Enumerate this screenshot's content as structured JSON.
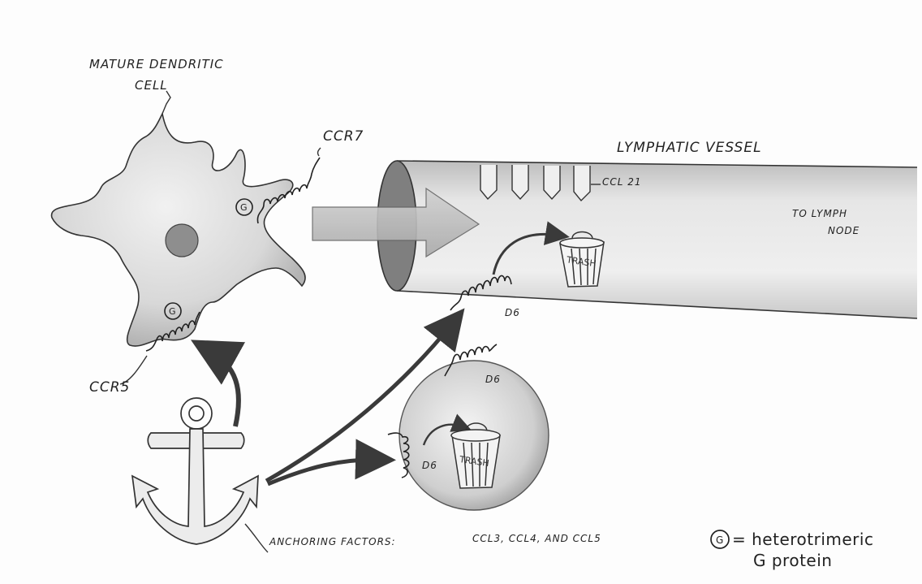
{
  "labels": {
    "mature_dendritic_cell_line1": "MATURE DENDRITIC",
    "mature_dendritic_cell_line2": "CELL",
    "ccr7": "CCR7",
    "ccr5": "CCR5",
    "lymphatic_vessel": "LYMPHATIC VESSEL",
    "ccl21": "CCL 21",
    "to_lymph_node_line1": "TO LYMPH",
    "to_lymph_node_line2": "NODE",
    "d6_vessel": "D6",
    "d6_cell_top": "D6",
    "d6_cell_left": "D6",
    "trash_vessel": "TRASH",
    "trash_cell": "TRASH",
    "anchoring_factors": "ANCHORING FACTORS:",
    "anchoring_list": "CCL3, CCL4, AND CCL5",
    "g_symbol_legend": "G",
    "g_symbol_ccr7": "G",
    "g_symbol_ccr5": "G",
    "legend_line1": "= heterotrimeric",
    "legend_line2": "G protein"
  },
  "colors": {
    "ink": "#2a2a2a",
    "shading": "#c9c9c9",
    "paper": "#fdfdfd"
  }
}
